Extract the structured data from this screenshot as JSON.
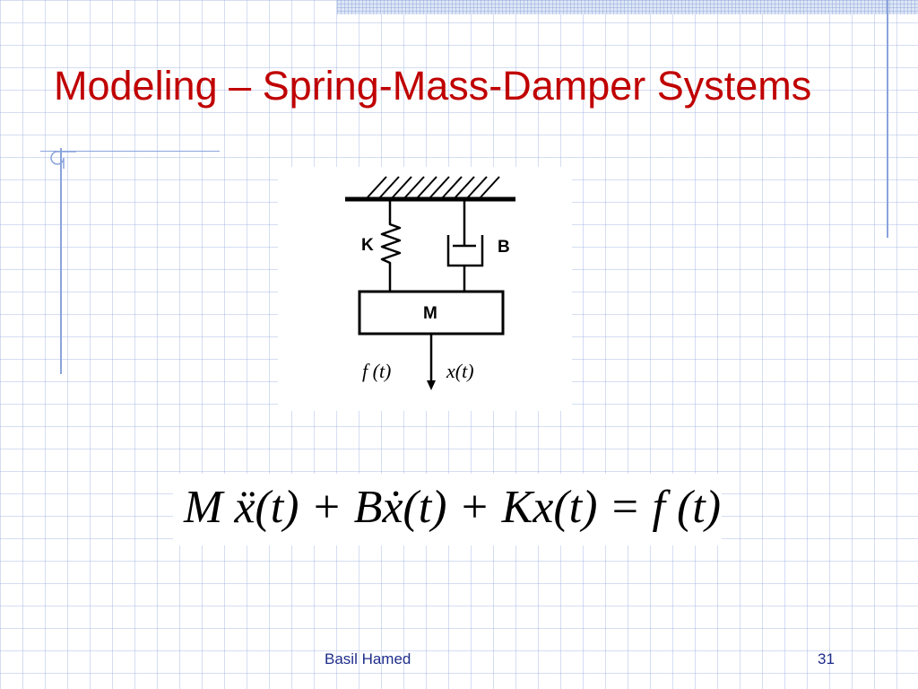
{
  "slide": {
    "title": "Modeling – Spring-Mass-Damper Systems",
    "footer_author": "Basil Hamed",
    "page_number": "31"
  },
  "diagram": {
    "spring_label": "K",
    "damper_label": "B",
    "mass_label": "M",
    "force_label": "f (t)",
    "displacement_label": "x(t)"
  },
  "equation": {
    "text": "M ẍ(t) + Bẋ(t) + Kx(t) = f (t)"
  },
  "colors": {
    "title": "#c00000",
    "footer": "#1f2d8a",
    "grid": "#a0b4e1",
    "rule": "#8aa3dc"
  }
}
